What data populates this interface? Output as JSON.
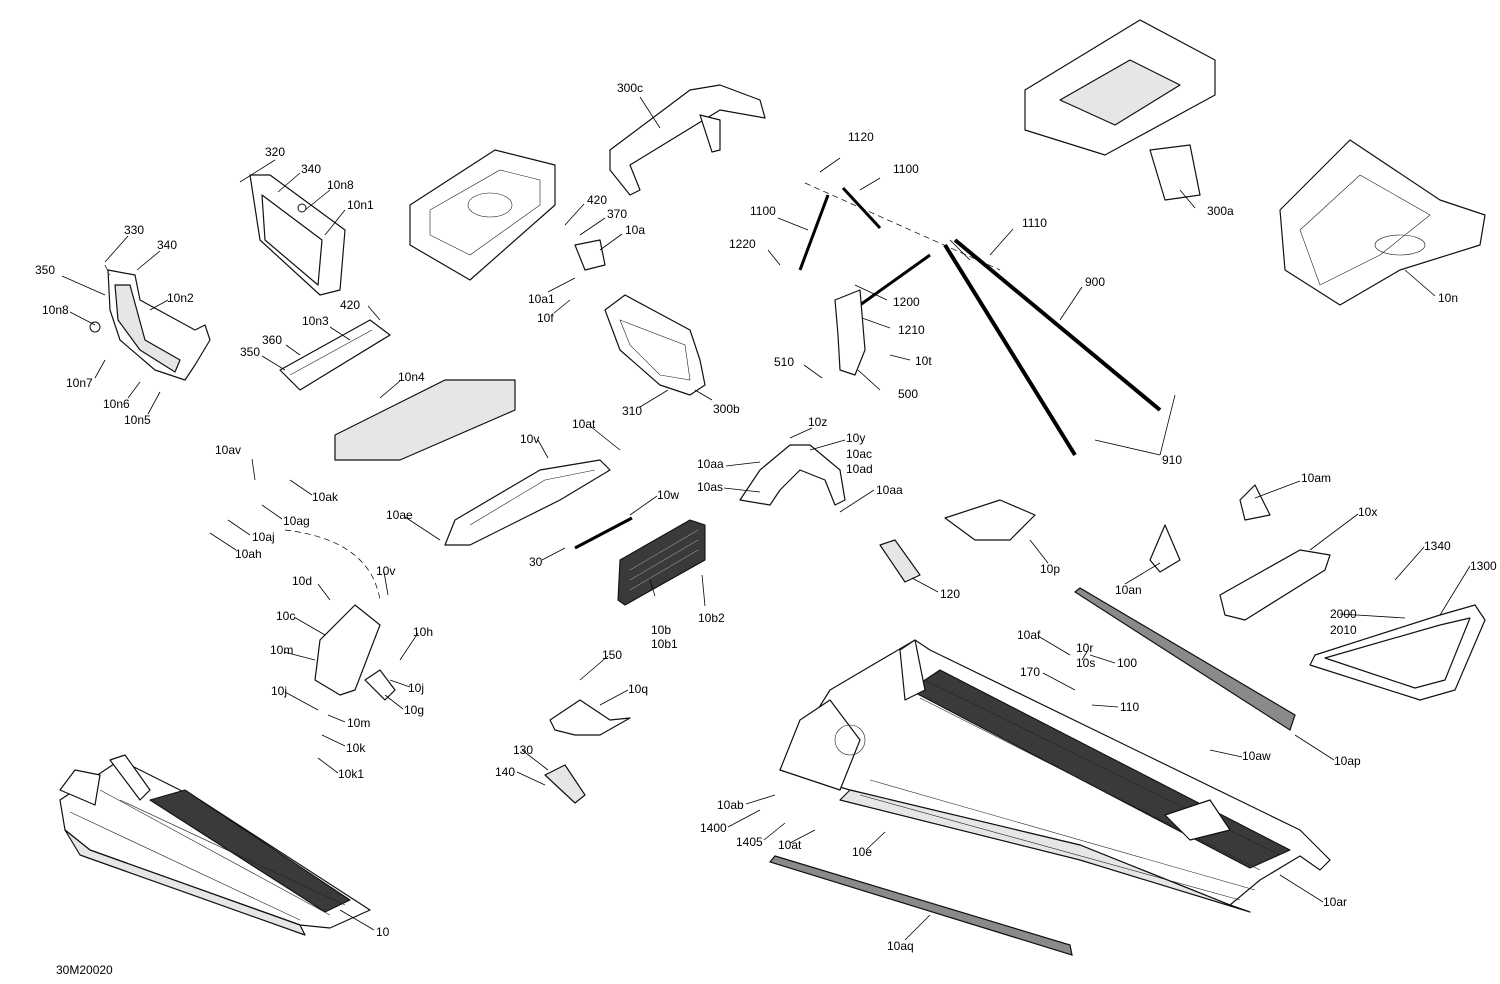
{
  "figure_code": "30M20020",
  "callouts": {
    "c10": "10",
    "c10a": "10a",
    "c10a1": "10a1",
    "c10aa1": "10aa",
    "c10aa2": "10aa",
    "c10ab": "10ab",
    "c10ac": "10ac",
    "c10ad": "10ad",
    "c10ae": "10ae",
    "c10af": "10af",
    "c10ag": "10ag",
    "c10ah": "10ah",
    "c10aj": "10aj",
    "c10ak": "10ak",
    "c10am": "10am",
    "c10an": "10an",
    "c10ap": "10ap",
    "c10aq": "10aq",
    "c10ar": "10ar",
    "c10as": "10as",
    "c10at1": "10at",
    "c10at2": "10at",
    "c10av": "10av",
    "c10aw": "10aw",
    "c10b": "10b",
    "c10b1": "10b1",
    "c10b2": "10b2",
    "c10c": "10c",
    "c10d": "10d",
    "c10e": "10e",
    "c10f": "10f",
    "c10g": "10g",
    "c10h": "10h",
    "c10j1": "10j",
    "c10j2": "10j",
    "c10k": "10k",
    "c10k1": "10k1",
    "c10m1": "10m",
    "c10m2": "10m",
    "c10n": "10n",
    "c10n1": "10n1",
    "c10n2": "10n2",
    "c10n3": "10n3",
    "c10n4": "10n4",
    "c10n5": "10n5",
    "c10n6": "10n6",
    "c10n7": "10n7",
    "c10n8a": "10n8",
    "c10n8b": "10n8",
    "c10p": "10p",
    "c10q": "10q",
    "c10r": "10r",
    "c10s": "10s",
    "c10t": "10t",
    "c10v1": "10v",
    "c10v2": "10v",
    "c10w": "10w",
    "c10x": "10x",
    "c10y": "10y",
    "c10z": "10z",
    "c30": "30",
    "c100": "100",
    "c110": "110",
    "c120": "120",
    "c130": "130",
    "c140": "140",
    "c150": "150",
    "c170": "170",
    "c300a": "300a",
    "c300b": "300b",
    "c300c": "300c",
    "c310": "310",
    "c320": "320",
    "c330": "330",
    "c340a": "340",
    "c340b": "340",
    "c350a": "350",
    "c350b": "350",
    "c360": "360",
    "c370": "370",
    "c420a": "420",
    "c420b": "420",
    "c500": "500",
    "c510": "510",
    "c900": "900",
    "c910": "910",
    "c1100a": "1100",
    "c1100b": "1100",
    "c1110": "1110",
    "c1120": "1120",
    "c1200": "1200",
    "c1210": "1210",
    "c1220": "1220",
    "c1300": "1300",
    "c1340": "1340",
    "c1400": "1400",
    "c1405": "1405",
    "c2000": "2000",
    "c2010": "2010"
  }
}
